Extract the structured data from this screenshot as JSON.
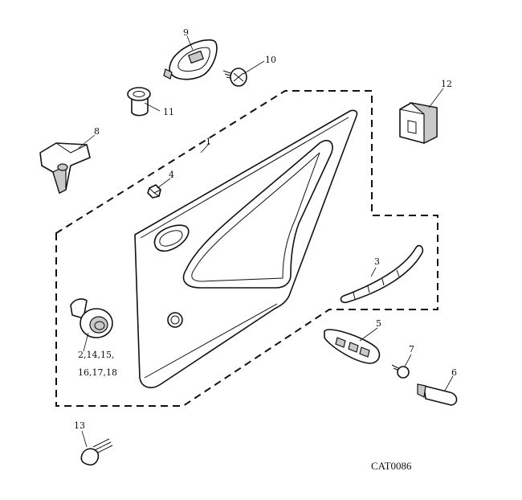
{
  "diagram": {
    "catalog_code": "CAT0086",
    "callouts": [
      {
        "id": "1",
        "text": "1"
      },
      {
        "id": "2",
        "line1": "2,14,15,",
        "line2": "16,17,18"
      },
      {
        "id": "3",
        "text": "3"
      },
      {
        "id": "4",
        "text": "4"
      },
      {
        "id": "5",
        "text": "5"
      },
      {
        "id": "6",
        "text": "6"
      },
      {
        "id": "7",
        "text": "7"
      },
      {
        "id": "8",
        "text": "8"
      },
      {
        "id": "9",
        "text": "9"
      },
      {
        "id": "10",
        "text": "10"
      },
      {
        "id": "11",
        "text": "11"
      },
      {
        "id": "12",
        "text": "12"
      },
      {
        "id": "13",
        "text": "13"
      }
    ]
  }
}
